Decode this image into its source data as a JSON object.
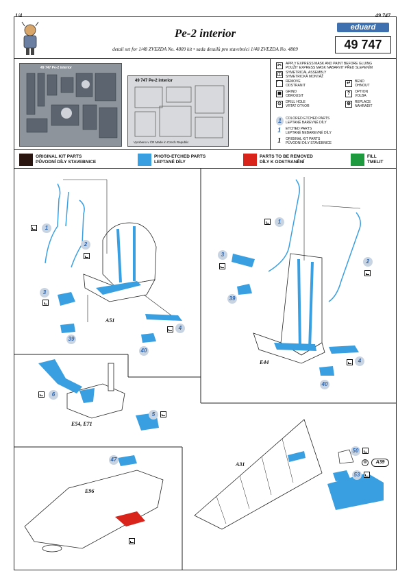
{
  "header": {
    "page_left": "1/4",
    "page_right": "49 747",
    "title": "Pe-2 interior",
    "subtitle": "detail set for 1/48 ZVEZDA No. 4809 kit  •  sada detailů pro stavebnici 1/48 ZVEZDA No. 4809",
    "logo_text": "eduard",
    "set_number": "49 747"
  },
  "frets": {
    "left_label": "49 747   Pe-2 interior",
    "right_title": "49 747  Pe-2 interior",
    "right_footer": "Vyrobeno v ČR  Made in Czech Republic"
  },
  "legend": [
    {
      "icon": "express-mask-icon",
      "symbol": "✂",
      "text": "APPLY EXPRESS MASK AND PAINT BEFORE GLUING\nPOUŽIT EXPRESS MASK NABARVIT PŘED SLEPENÍM"
    },
    {
      "icon": "symmetrical-assembly-icon",
      "symbol": "◫",
      "text": "SYMETRICAL ASSEMBLY\nSYMETRICKÁ MONTÁŽ"
    },
    {
      "icon": "remove-icon",
      "symbol": "⌒",
      "text": "REMOVE\nODSTRANIT"
    },
    {
      "icon": "bend-icon",
      "symbol": "↵",
      "text": "BEND\nOHNOUT"
    },
    {
      "icon": "grind-icon",
      "symbol": "◼",
      "text": "GRIND\nOBROUSIT"
    },
    {
      "icon": "option-icon",
      "symbol": "?",
      "text": "OPTION\nVOLBA"
    },
    {
      "icon": "drill-hole-icon",
      "symbol": "⊙",
      "text": "DRILL HOLE\nVRTAT OTVOR"
    },
    {
      "icon": "replace-icon",
      "symbol": "⊛",
      "text": "REPLACE\nNAHRADIT"
    },
    {
      "icon": "colored-parts-icon",
      "symbol": "1",
      "text": "COLORED ETCHED PARTS\nLEPTANÉ BAREVNÉ DÍLY"
    },
    {
      "icon": "etched-parts-icon",
      "symbol": "1",
      "text": "ETCHED PARTS\nLEPTANÉ NEBAREVNÉ DÍLY"
    },
    {
      "icon": "original-parts-icon",
      "symbol": "1",
      "text": "ORIGINAL KIT PARTS\nPŮVODNÍ DÍLY STAVEBNICE"
    }
  ],
  "colors_legend": [
    {
      "label": "ORIGINAL KIT PARTS\nPŮVODNÍ DÍLY STAVEBNICE",
      "color": "#2a1510"
    },
    {
      "label": "PHOTO-ETCHED PARTS\nLEPTANÉ DÍLY",
      "color": "#3a9fe0"
    },
    {
      "label": "PARTS TO BE REMOVED\nDÍLY K ODSTRANĚNÍ",
      "color": "#d9241c"
    },
    {
      "label": "FILL\nTMELIT",
      "color": "#1f9a3e"
    }
  ],
  "callouts": [
    "1",
    "2",
    "3",
    "39",
    "4",
    "40",
    "1",
    "2",
    "3",
    "39",
    "4",
    "40",
    "6",
    "5",
    "47",
    "50",
    "53"
  ],
  "part_labels": {
    "a51": "A51",
    "e44": "E44",
    "e54_e71": "E54, E71",
    "e96": "E96",
    "a31": "A31",
    "a39": "A39"
  },
  "colors": {
    "etch_blue": "#3a9fe0",
    "callout_bg": "#c9d4e3",
    "callout_text": "#2e67b0",
    "remove_red": "#d9241c"
  }
}
